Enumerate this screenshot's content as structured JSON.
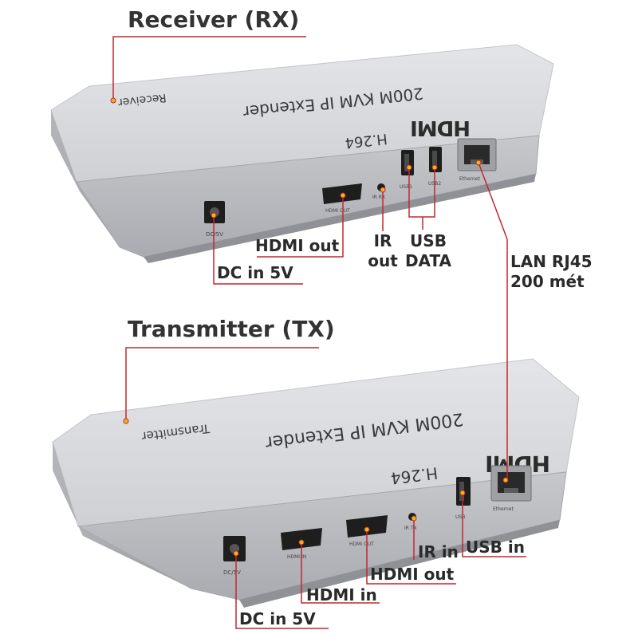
{
  "receiver": {
    "title": "Receiver (RX)",
    "model": "200M KVM IP Extender",
    "codec": "H.264",
    "side_label": "Receiver",
    "brand": "HDMI",
    "ports": {
      "dc": "DC/5V",
      "hdmi_out": "HDMI OUT",
      "ir": "IR RX",
      "usb1": "USB1",
      "usb2": "USB2",
      "ethernet": "Ethernet"
    }
  },
  "transmitter": {
    "title": "Transmitter (TX)",
    "model": "200M KVM IP Extender",
    "codec": "H.264",
    "side_label": "Transmitter",
    "brand": "HDMI",
    "ports": {
      "dc": "DC/5V",
      "hdmi_in": "HDMI IN",
      "hdmi_out": "HDMI OUT",
      "ir": "IR TX",
      "usb": "USB",
      "ethernet": "Ethernet"
    }
  },
  "callouts": {
    "rx_hdmi_out": "HDMI out",
    "rx_dc": "DC in 5V",
    "rx_ir_1": "IR",
    "rx_ir_2": "out",
    "rx_usb_1": "USB",
    "rx_usb_2": "DATA",
    "lan_1": "LAN RJ45",
    "lan_2": "200 mét",
    "tx_ir": "IR in",
    "tx_usb": "USB in",
    "tx_hdmi_out": "HDMI out",
    "tx_hdmi_in": "HDMI in",
    "tx_dc": "DC in 5V"
  },
  "colors": {
    "leader": "#c0282d",
    "body_top": "#d9dade",
    "body_front": "#b9bbc0",
    "label_text": "#333333"
  }
}
